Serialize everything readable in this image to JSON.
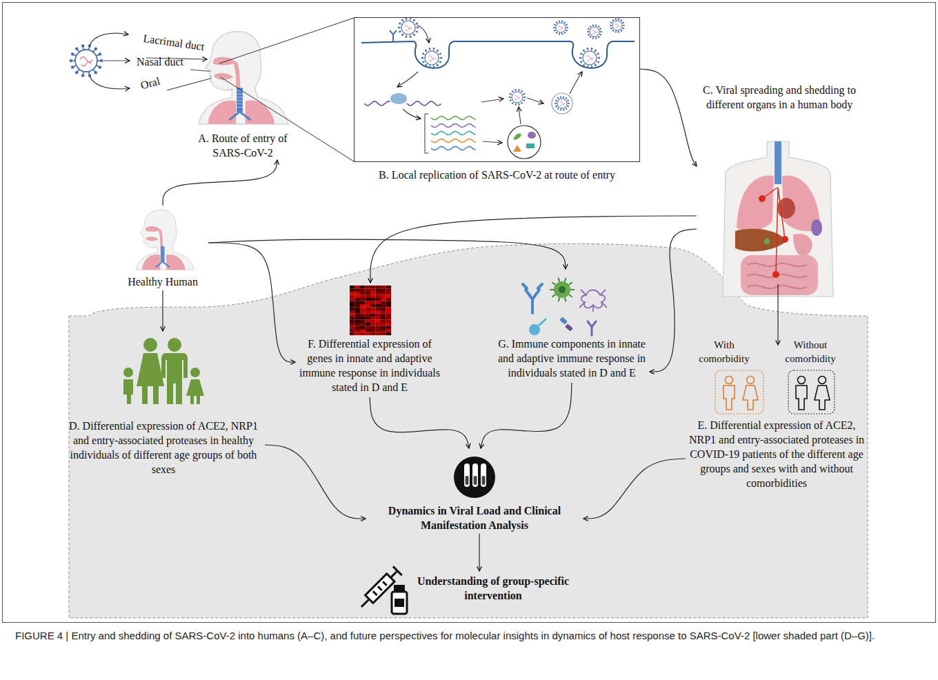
{
  "diagram": {
    "caption": "FIGURE 4 | Entry and shedding of SARS-CoV-2 into humans (A–C), and future perspectives for molecular insights in dynamics of host response to SARS-CoV-2 [lower shaded part (D–G)].",
    "nodes": [
      {
        "text": [
          "A. Route of entry of SARS-CoV-2"
        ]
      },
      {
        "text": [
          "B. Local replication of SARS-CoV-2 at route of entry"
        ]
      },
      {
        "text": [
          "C. Viral spreading and shedding to different organs in a human body"
        ]
      },
      {
        "text": [
          "Healthy Human"
        ]
      },
      {
        "text": [
          "F. Differential expression of genes in innate and adaptive immune response in individuals stated in D and E"
        ]
      },
      {
        "text": [
          "G. Immune components in innate and adaptive immune response in individuals stated in D and E"
        ]
      },
      {
        "text": [
          "D. Differential expression of ACE2, NRP1 and entry-associated proteases in healthy individuals of different age groups of both sexes"
        ]
      },
      {
        "text": [
          "E. Differential expression of ACE2, NRP1 and entry-associated proteases in COVID-19 patients of the different age groups and sexes with and without comorbidities"
        ]
      },
      {
        "text": [
          "Dynamics in Viral Load and Clinical Manifestation Analysis"
        ]
      },
      {
        "text": [
          "Understanding of group-specific intervention"
        ]
      }
    ],
    "edges": [
      {
        "from": 3,
        "to": 0,
        "arrow": "to"
      },
      {
        "from": 1,
        "to": 2,
        "arrow": "to"
      },
      {
        "from": 3,
        "to": 6,
        "arrow": "to"
      },
      {
        "from": 3,
        "to": 4,
        "arrow": "to"
      },
      {
        "from": 3,
        "to": 5,
        "arrow": "to"
      },
      {
        "from": 2,
        "to": 4,
        "arrow": "to"
      },
      {
        "from": 2,
        "to": 5,
        "arrow": "to"
      },
      {
        "from": 2,
        "to": 7,
        "arrow": "to"
      },
      {
        "from": 6,
        "to": 8,
        "arrow": "to"
      },
      {
        "from": 4,
        "to": 8,
        "arrow": "to"
      },
      {
        "from": 5,
        "to": 8,
        "arrow": "to"
      },
      {
        "from": 7,
        "to": 8,
        "arrow": "to"
      },
      {
        "from": 8,
        "to": 9,
        "arrow": "to"
      }
    ],
    "labels": [
      "Lacrimal duct",
      "Nasal duct",
      "Oral",
      "With comorbidity",
      "Without comorbidity"
    ]
  }
}
